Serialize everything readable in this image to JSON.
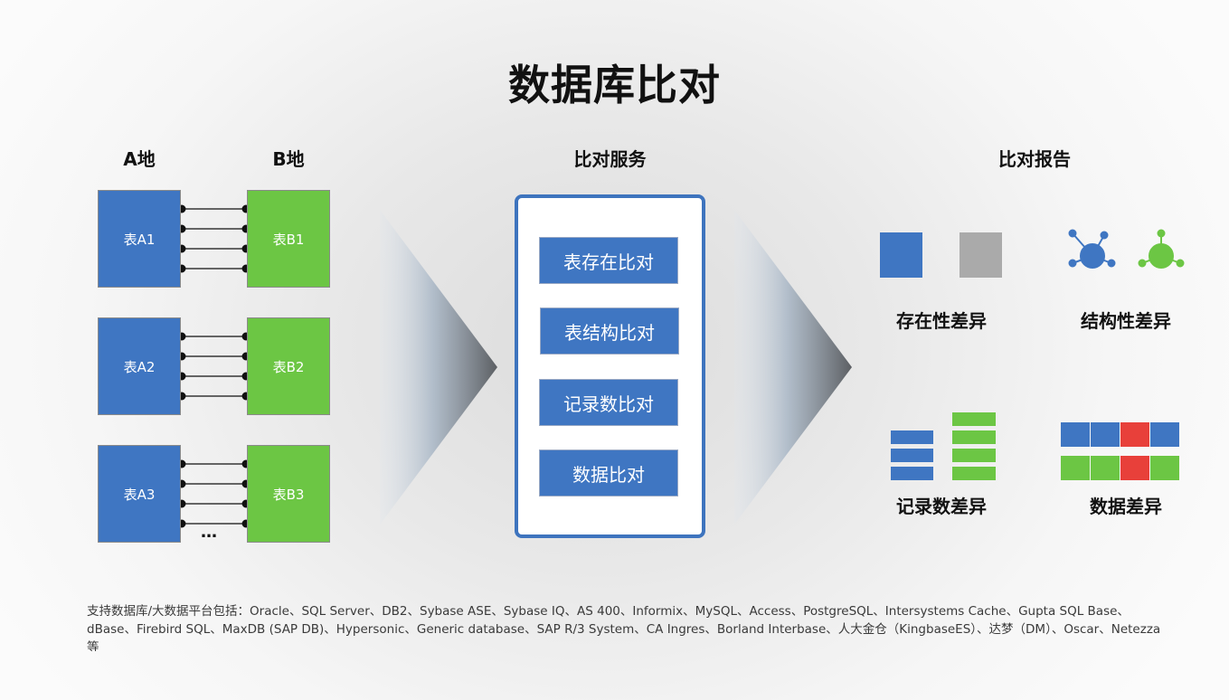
{
  "title": "数据库比对",
  "headers": {
    "site_a": "A地",
    "site_b": "B地",
    "service": "比对服务",
    "report": "比对报告"
  },
  "site_a_tables": [
    "表A1",
    "表A2",
    "表A3"
  ],
  "site_b_tables": [
    "表B1",
    "表B2",
    "表B3"
  ],
  "ellipsis": "…",
  "services": [
    "表存在比对",
    "表结构比对",
    "记录数比对",
    "数据比对"
  ],
  "report_items": {
    "existence": "存在性差异",
    "structure": "结构性差异",
    "record_count": "记录数差异",
    "data": "数据差异"
  },
  "colors": {
    "blue": "#3f76c2",
    "green": "#6cc644",
    "gray": "#aaaaaa",
    "red": "#e8403a",
    "panel_border": "#3e74be"
  },
  "footnote": "支持数据库/大数据平台包括：Oracle、SQL Server、DB2、Sybase ASE、Sybase IQ、AS 400、Informix、MySQL、Access、PostgreSQL、Intersystems Cache、Gupta SQL Base、dBase、Firebird SQL、MaxDB (SAP DB)、Hypersonic、Generic database、SAP R/3 System、CA Ingres、Borland Interbase、人大金仓（KingbaseES）、达梦（DM）、Oscar、Netezza等"
}
